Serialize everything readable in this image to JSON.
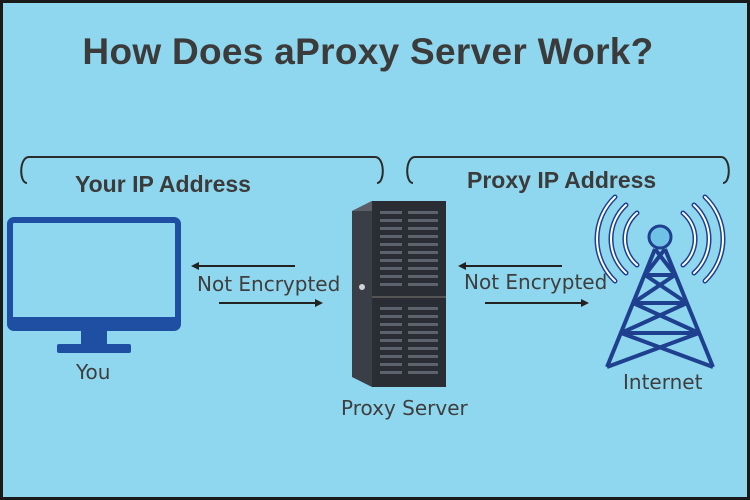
{
  "title": "How Does aProxy Server Work?",
  "left_section": {
    "label": "Your IP Address"
  },
  "right_section": {
    "label": "Proxy IP Address"
  },
  "nodes": {
    "you": {
      "label": "You",
      "icon": "monitor-icon"
    },
    "proxy": {
      "label": "Proxy Server",
      "icon": "server-tower-icon"
    },
    "internet": {
      "label": "Internet",
      "icon": "radio-tower-icon"
    }
  },
  "connections": {
    "left": {
      "label": "Not Encrypted"
    },
    "right": {
      "label": "Not Encrypted"
    }
  },
  "colors": {
    "background": "#8fd7ef",
    "title": "#3b3b3b",
    "monitor": "#1e4fa3",
    "tower": "#1f3f8f",
    "server": "#2a2d33"
  }
}
